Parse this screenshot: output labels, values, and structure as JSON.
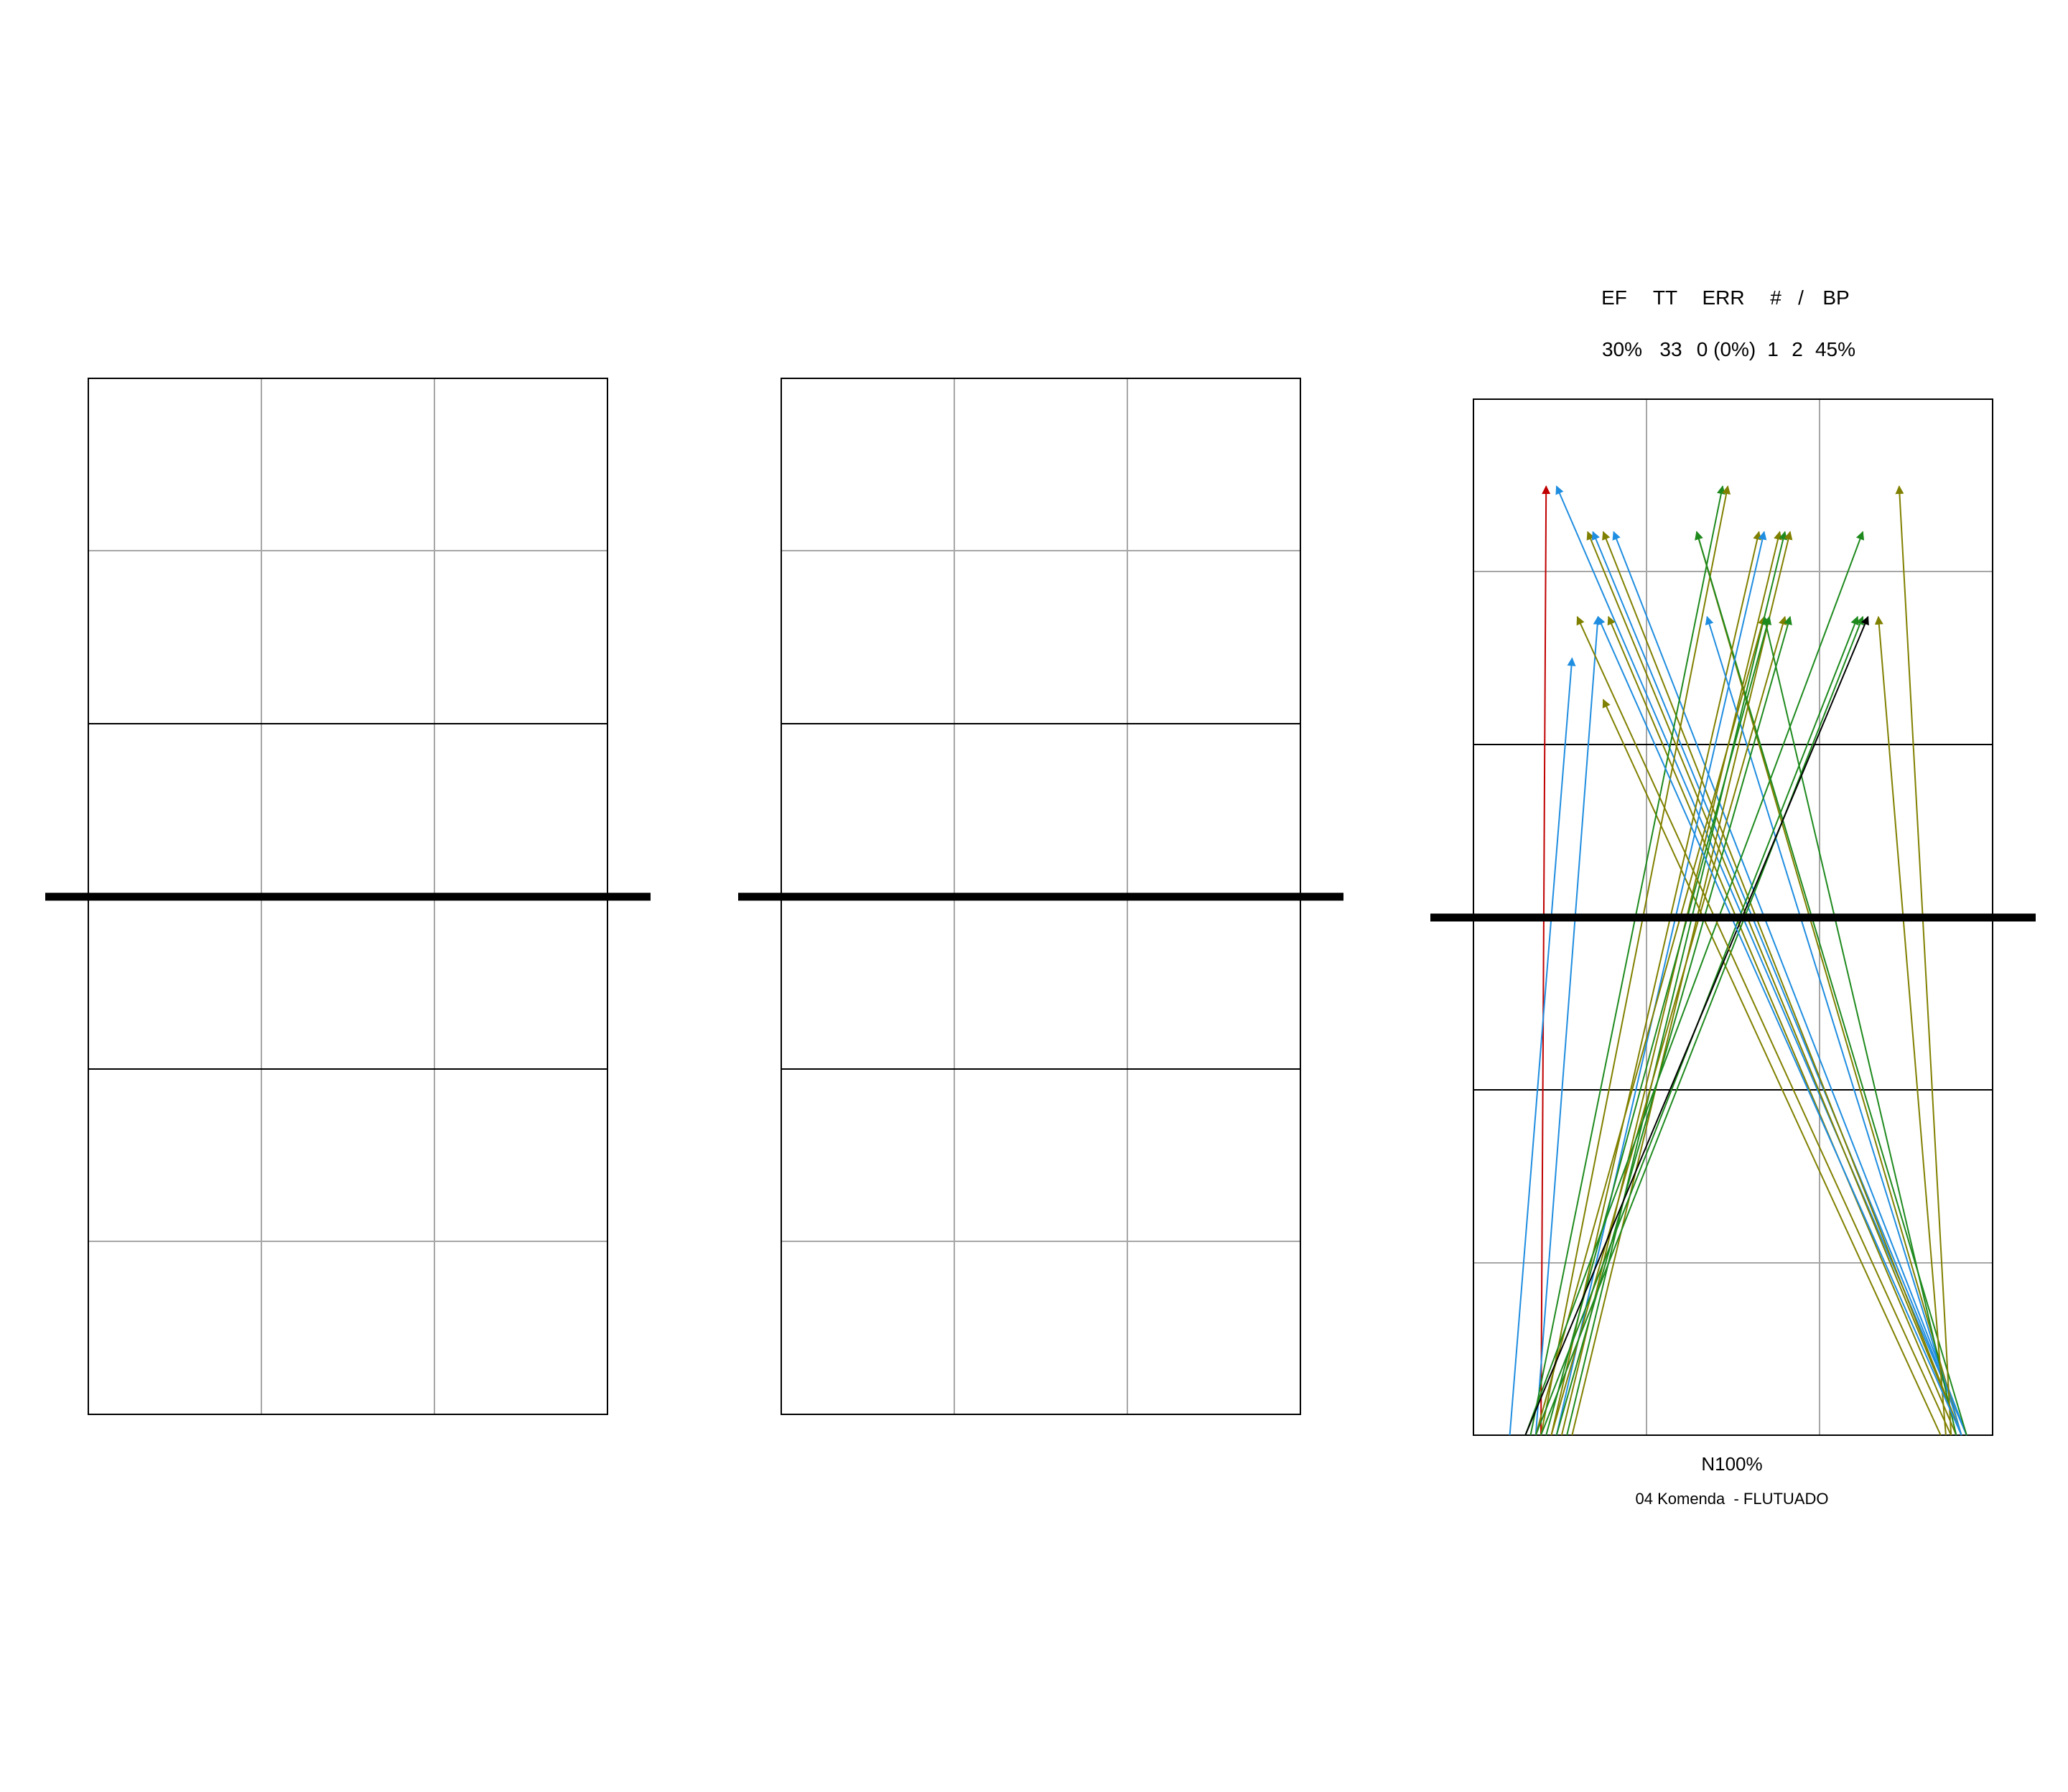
{
  "stats": {
    "headers": [
      "EF",
      "TT",
      "ERR",
      "#",
      "/",
      "BP"
    ],
    "values": [
      "30%",
      "33",
      "0 (0%)",
      "1",
      "2",
      "45%"
    ]
  },
  "footer": {
    "rating": "N100%",
    "player_line": "04 Komenda  - FLUTUADO"
  },
  "colors": {
    "court_outline": "#000000",
    "grid_minor": "#a6a6a6",
    "net": "#000000",
    "arrow_red": "#c00000",
    "arrow_blue": "#1f8de0",
    "arrow_green": "#1e8a1e",
    "arrow_olive": "#808000",
    "arrow_black": "#000000"
  },
  "chart_data": {
    "type": "diagram",
    "courts": [
      {
        "name": "left",
        "arrows": []
      },
      {
        "name": "middle",
        "arrows": []
      },
      {
        "name": "right",
        "arrows": [
          {
            "from": [
              0.13,
              1.0
            ],
            "to": [
              0.14,
              0.084
            ],
            "color": "red"
          },
          {
            "from": [
              0.95,
              1.0
            ],
            "to": [
              0.16,
              0.084
            ],
            "color": "blue"
          },
          {
            "from": [
              0.94,
              1.0
            ],
            "to": [
              0.22,
              0.128
            ],
            "color": "olive"
          },
          {
            "from": [
              0.95,
              1.0
            ],
            "to": [
              0.23,
              0.128
            ],
            "color": "blue"
          },
          {
            "from": [
              0.94,
              1.0
            ],
            "to": [
              0.25,
              0.128
            ],
            "color": "olive"
          },
          {
            "from": [
              0.95,
              1.0
            ],
            "to": [
              0.27,
              0.128
            ],
            "color": "blue"
          },
          {
            "from": [
              0.12,
              1.0
            ],
            "to": [
              0.24,
              0.21
            ],
            "color": "blue"
          },
          {
            "from": [
              0.93,
              1.0
            ],
            "to": [
              0.26,
              0.21
            ],
            "color": "olive"
          },
          {
            "from": [
              0.07,
              1.0
            ],
            "to": [
              0.19,
              0.25
            ],
            "color": "blue"
          },
          {
            "from": [
              0.9,
              1.0
            ],
            "to": [
              0.25,
              0.29
            ],
            "color": "olive"
          },
          {
            "from": [
              0.11,
              1.0
            ],
            "to": [
              0.48,
              0.084
            ],
            "color": "green"
          },
          {
            "from": [
              0.13,
              1.0
            ],
            "to": [
              0.49,
              0.084
            ],
            "color": "olive"
          },
          {
            "from": [
              0.94,
              1.0
            ],
            "to": [
              0.43,
              0.128
            ],
            "color": "olive"
          },
          {
            "from": [
              0.95,
              1.0
            ],
            "to": [
              0.43,
              0.128
            ],
            "color": "green"
          },
          {
            "from": [
              0.15,
              1.0
            ],
            "to": [
              0.55,
              0.128
            ],
            "color": "olive"
          },
          {
            "from": [
              0.16,
              1.0
            ],
            "to": [
              0.56,
              0.128
            ],
            "color": "blue"
          },
          {
            "from": [
              0.17,
              1.0
            ],
            "to": [
              0.59,
              0.128
            ],
            "color": "olive"
          },
          {
            "from": [
              0.18,
              1.0
            ],
            "to": [
              0.6,
              0.128
            ],
            "color": "green"
          },
          {
            "from": [
              0.19,
              1.0
            ],
            "to": [
              0.61,
              0.128
            ],
            "color": "olive"
          },
          {
            "from": [
              0.94,
              1.0
            ],
            "to": [
              0.45,
              0.21
            ],
            "color": "blue"
          },
          {
            "from": [
              0.12,
              1.0
            ],
            "to": [
              0.56,
              0.21
            ],
            "color": "olive"
          },
          {
            "from": [
              0.14,
              1.0
            ],
            "to": [
              0.57,
              0.21
            ],
            "color": "green"
          },
          {
            "from": [
              0.15,
              1.0
            ],
            "to": [
              0.6,
              0.21
            ],
            "color": "olive"
          },
          {
            "from": [
              0.16,
              1.0
            ],
            "to": [
              0.61,
              0.21
            ],
            "color": "green"
          },
          {
            "from": [
              0.93,
              1.0
            ],
            "to": [
              0.56,
              0.21
            ],
            "color": "green"
          },
          {
            "from": [
              0.1,
              1.0
            ],
            "to": [
              0.75,
              0.128
            ],
            "color": "green"
          },
          {
            "from": [
              0.12,
              1.0
            ],
            "to": [
              0.74,
              0.21
            ],
            "color": "green"
          },
          {
            "from": [
              0.13,
              1.0
            ],
            "to": [
              0.75,
              0.21
            ],
            "color": "green"
          },
          {
            "from": [
              0.1,
              1.0
            ],
            "to": [
              0.76,
              0.21
            ],
            "color": "black"
          },
          {
            "from": [
              0.92,
              1.0
            ],
            "to": [
              0.82,
              0.084
            ],
            "color": "olive"
          },
          {
            "from": [
              0.91,
              1.0
            ],
            "to": [
              0.78,
              0.21
            ],
            "color": "olive"
          },
          {
            "from": [
              0.94,
              1.0
            ],
            "to": [
              0.24,
              0.21
            ],
            "color": "blue"
          },
          {
            "from": [
              0.92,
              1.0
            ],
            "to": [
              0.2,
              0.21
            ],
            "color": "olive"
          }
        ]
      }
    ]
  }
}
